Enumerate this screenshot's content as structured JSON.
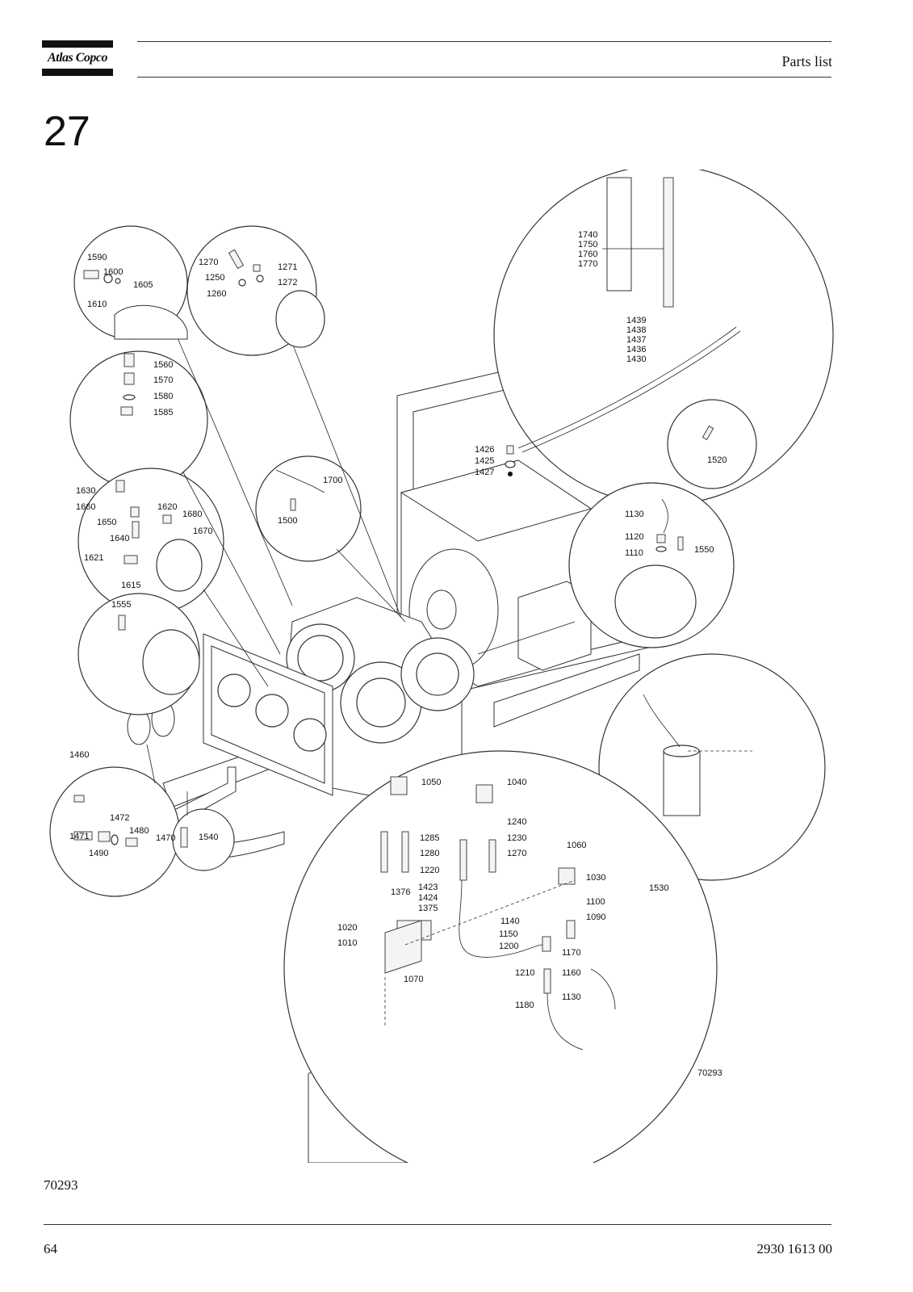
{
  "header": {
    "brand": "Atlas Copco",
    "section": "Parts list"
  },
  "chapter_number": "27",
  "drawing": {
    "number": "70293",
    "callouts": {
      "c1590": "1590",
      "c1600": "1600",
      "c1605": "1605",
      "c1610": "1610",
      "c1270a": "1270",
      "c1271": "1271",
      "c1250": "1250",
      "c1272": "1272",
      "c1260": "1260",
      "c1560": "1560",
      "c1570": "1570",
      "c1580": "1580",
      "c1585": "1585",
      "c1630": "1630",
      "c1660": "1660",
      "c1620": "1620",
      "c1680": "1680",
      "c1650": "1650",
      "c1670": "1670",
      "c1640": "1640",
      "c1621": "1621",
      "c1615": "1615",
      "c1555": "1555",
      "c1700": "1700",
      "c1500": "1500",
      "c1740": "1740",
      "c1750": "1750",
      "c1760": "1760",
      "c1770": "1770",
      "c1439": "1439",
      "c1438": "1438",
      "c1437": "1437",
      "c1436": "1436",
      "c1430": "1430",
      "c1426": "1426",
      "c1425": "1425",
      "c1427": "1427",
      "c1520": "1520",
      "c1130a": "1130",
      "c1120": "1120",
      "c1110": "1110",
      "c1550": "1550",
      "c1460": "1460",
      "c1472": "1472",
      "c1480": "1480",
      "c1470": "1470",
      "c1471": "1471",
      "c1490": "1490",
      "c1540": "1540",
      "c1530": "1530",
      "c1050": "1050",
      "c1040": "1040",
      "c1240": "1240",
      "c1285": "1285",
      "c1230": "1230",
      "c1280": "1280",
      "c1270b": "1270",
      "c1220": "1220",
      "c1060": "1060",
      "c1030": "1030",
      "c1376": "1376",
      "c1423": "1423",
      "c1424": "1424",
      "c1375": "1375",
      "c1100": "1100",
      "c1090": "1090",
      "c1020": "1020",
      "c1140": "1140",
      "c1150": "1150",
      "c1010": "1010",
      "c1200": "1200",
      "c1170": "1170",
      "c1210": "1210",
      "c1160": "1160",
      "c1070": "1070",
      "c1180": "1180",
      "c1130b": "1130"
    }
  },
  "figure_caption": "70293",
  "footer": {
    "page": "64",
    "doc_number": "2930 1613 00"
  }
}
